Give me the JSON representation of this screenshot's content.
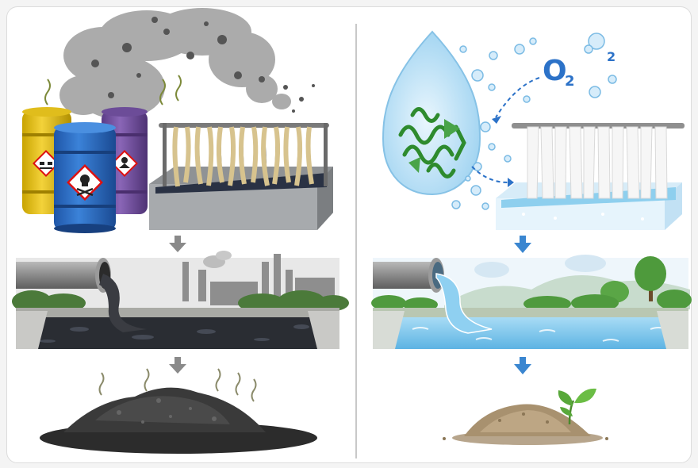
{
  "panels": {
    "left": {
      "theme": "conventional chemical processing",
      "colors": {
        "pollution": "#2b2b2b",
        "smoke": "#9a9a9a",
        "fiber": "#e6d6a8"
      }
    },
    "right": {
      "theme": "enzyme-based processing",
      "molecule_main": "O",
      "molecule_sub": "2",
      "molecule_sub_small": "2",
      "colors": {
        "water": "#7ec4ea",
        "arrow": "#3a86d0",
        "enzyme": "#2e8b2e",
        "fiber": "#f4f4f4"
      }
    }
  },
  "icons": [
    "hazard-barrel-icon",
    "skull-icon",
    "corrosive-icon",
    "health-hazard-icon",
    "factory-icon",
    "pipe-icon",
    "leaf-icon",
    "tree-icon",
    "cloud-icon"
  ]
}
